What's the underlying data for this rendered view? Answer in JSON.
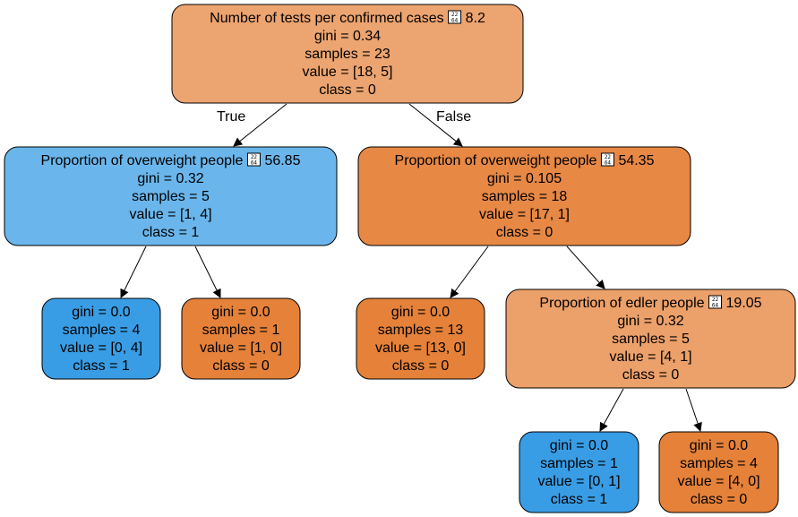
{
  "nodes": [
    {
      "id": "n0",
      "lines": [
        "Number of tests per confirmed cases",
        "gini = 0.34",
        "samples = 23",
        "value = [18, 5]",
        "class = 0"
      ],
      "glyph_code": [
        "22",
        "64"
      ],
      "threshold": "8.2",
      "fill": "#eca470"
    },
    {
      "id": "n1",
      "lines": [
        "Proportion of overweight people",
        "gini = 0.32",
        "samples = 5",
        "value = [1, 4]",
        "class = 1"
      ],
      "glyph_code": [
        "22",
        "64"
      ],
      "threshold": "56.85",
      "fill": "#6ab6ec"
    },
    {
      "id": "n2",
      "lines": [
        "gini = 0.0",
        "samples = 4",
        "value = [0, 4]",
        "class = 1"
      ],
      "fill": "#399de5"
    },
    {
      "id": "n3",
      "lines": [
        "gini = 0.0",
        "samples = 1",
        "value = [1, 0]",
        "class = 0"
      ],
      "fill": "#e58139"
    },
    {
      "id": "n4",
      "lines": [
        "Proportion of overweight people",
        "gini = 0.105",
        "samples = 18",
        "value = [17, 1]",
        "class = 0"
      ],
      "glyph_code": [
        "22",
        "64"
      ],
      "threshold": "54.35",
      "fill": "#e78845"
    },
    {
      "id": "n5",
      "lines": [
        "gini = 0.0",
        "samples = 13",
        "value = [13, 0]",
        "class = 0"
      ],
      "fill": "#e58139"
    },
    {
      "id": "n6",
      "lines": [
        "Proportion of edler people",
        "gini = 0.32",
        "samples = 5",
        "value = [4, 1]",
        "class = 0"
      ],
      "glyph_code": [
        "22",
        "64"
      ],
      "threshold": "19.05",
      "fill": "#eca06a"
    },
    {
      "id": "n7",
      "lines": [
        "gini = 0.0",
        "samples = 1",
        "value = [0, 1]",
        "class = 1"
      ],
      "fill": "#399de5"
    },
    {
      "id": "n8",
      "lines": [
        "gini = 0.0",
        "samples = 4",
        "value = [4, 0]",
        "class = 0"
      ],
      "fill": "#e58139"
    }
  ],
  "edges": [
    {
      "from": "n0",
      "to": "n1",
      "label": "True"
    },
    {
      "from": "n0",
      "to": "n4",
      "label": "False"
    },
    {
      "from": "n1",
      "to": "n2",
      "label": ""
    },
    {
      "from": "n1",
      "to": "n3",
      "label": ""
    },
    {
      "from": "n4",
      "to": "n5",
      "label": ""
    },
    {
      "from": "n4",
      "to": "n6",
      "label": ""
    },
    {
      "from": "n6",
      "to": "n7",
      "label": ""
    },
    {
      "from": "n6",
      "to": "n8",
      "label": ""
    }
  ]
}
